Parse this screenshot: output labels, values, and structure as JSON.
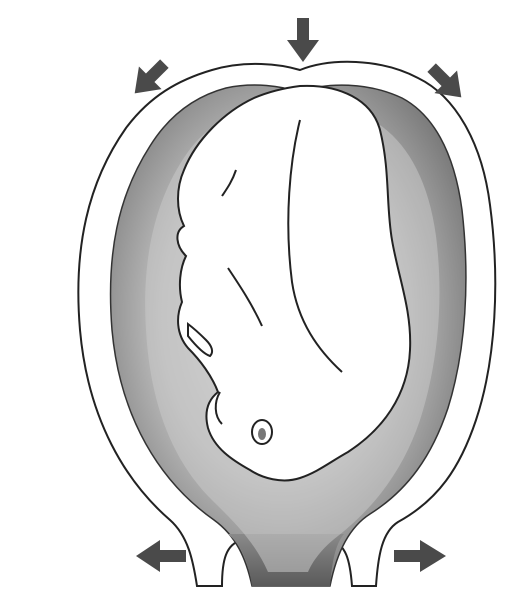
{
  "diagram": {
    "labels": [],
    "elements": [
      "uterus-outline",
      "uterine-wall",
      "fetus",
      "pressure-arrows",
      "dilation-arrows"
    ]
  },
  "colors": {
    "background": "#ffffff",
    "outline": "#222222",
    "wall_dark": "#6d6d6d",
    "wall_light": "#d9d9d9",
    "fetus_fill": "#ffffff",
    "arrow": "#4a4a4a"
  },
  "icons": {
    "down_arrow": "arrow-down-icon",
    "diagonal_arrow_left": "arrow-down-right-icon",
    "diagonal_arrow_right": "arrow-down-left-icon",
    "left_arrow": "arrow-left-icon",
    "right_arrow": "arrow-right-icon"
  }
}
